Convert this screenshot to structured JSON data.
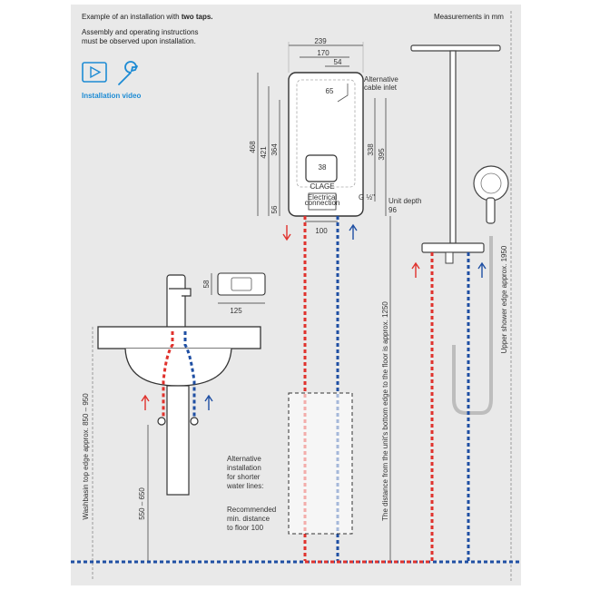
{
  "header": {
    "example_prefix": "Example of an installation with ",
    "example_bold": "two taps.",
    "assembly_line1": "Assembly and operating instructions",
    "assembly_line2": "must be observed upon installation.",
    "measurements": "Measurements in mm"
  },
  "video": {
    "label": "Installation video",
    "icons": [
      "play-icon",
      "wrench-icon"
    ]
  },
  "unit": {
    "brand": "CLAGE",
    "display_value": "38",
    "panel_line1": "Electrical",
    "panel_line2": "connection",
    "width": "239",
    "inner_width": "170",
    "offset": "54",
    "cable_offset": "65",
    "heights": [
      "468",
      "421",
      "364"
    ],
    "bottom_gap": "56",
    "right_height": "338",
    "pipe_height": "395",
    "thread": "G ½\"",
    "depth_label": "Unit depth",
    "depth_value": "96",
    "pipe_spacing": "100",
    "cable_label_line1": "Alternative",
    "cable_label_line2": "cable inlet"
  },
  "remote": {
    "width": "125",
    "height": "58"
  },
  "labels": {
    "washbasin_edge": "Washbasin top edge approx. 850 – 950",
    "floor_distance": "The distance from the unit's bottom edge to the floor is approx. 1250",
    "shower_edge": "Upper shower edge approx. 1950",
    "basin_range": "550 – 650",
    "alt_install": [
      "Alternative",
      "installation",
      "for shorter",
      "water lines:"
    ],
    "recommended": [
      "Recommended",
      "min. distance",
      "to floor 100"
    ]
  },
  "colors": {
    "hot": "#e0322d",
    "cold": "#1f4fa3",
    "accent": "#1d8bd4",
    "hose": "#bdbdbd"
  }
}
